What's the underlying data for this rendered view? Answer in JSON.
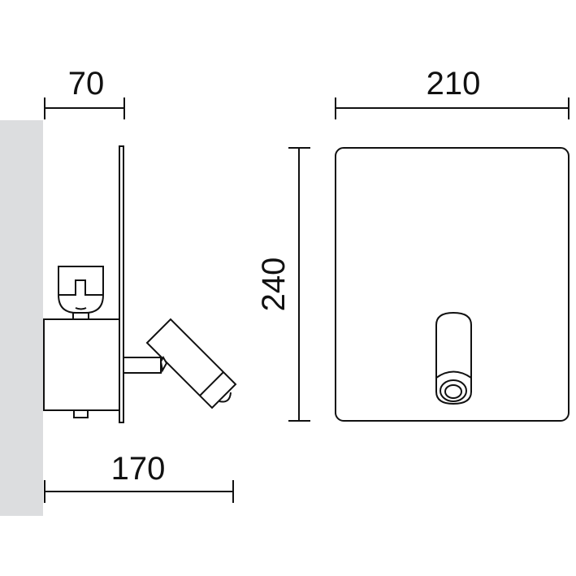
{
  "dimensions": {
    "depth_top": "70",
    "width_front": "210",
    "height": "240",
    "depth_total": "170"
  },
  "colors": {
    "wall": "#dcdddf",
    "line": "#111111"
  }
}
